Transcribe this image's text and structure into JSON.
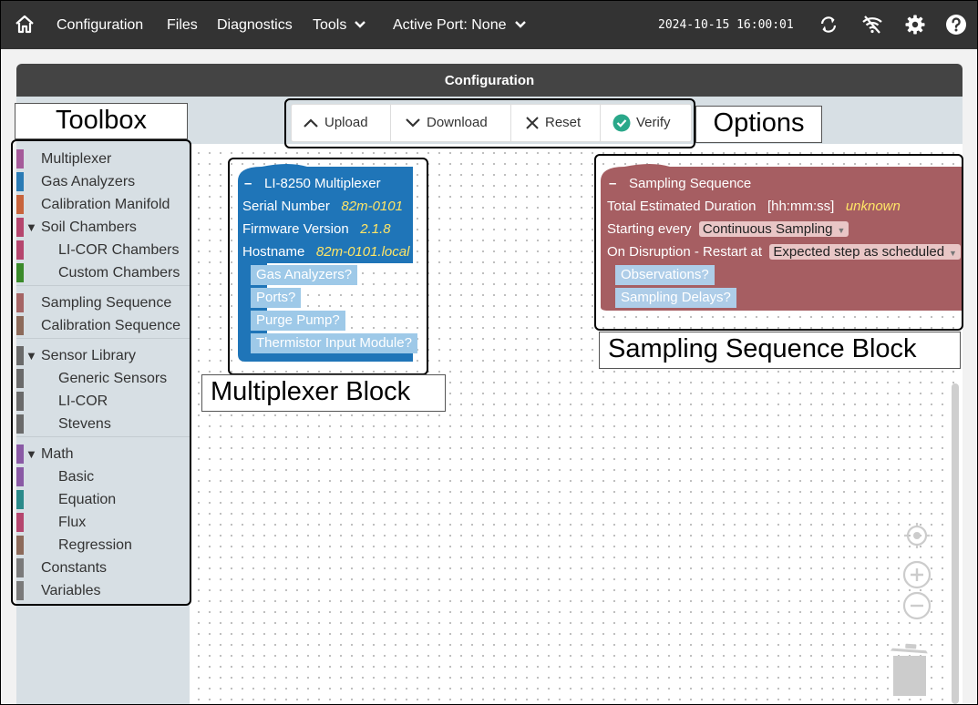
{
  "nav": {
    "items": [
      {
        "label": "Configuration"
      },
      {
        "label": "Files"
      },
      {
        "label": "Diagnostics"
      },
      {
        "label": "Tools"
      },
      {
        "label": "Active Port: None"
      }
    ],
    "datetime": "2024-10-15 16:00:01"
  },
  "panel": {
    "title": "Configuration"
  },
  "toolbox": {
    "title": "Toolbox",
    "items": [
      {
        "label": "Multiplexer",
        "color": "#a55b9a"
      },
      {
        "label": "Gas Analyzers",
        "color": "#2a7bb5"
      },
      {
        "label": "Calibration Manifold",
        "color": "#c8643c"
      },
      {
        "label": "Soil Chambers",
        "color": "#b5466e",
        "expanded": true
      },
      {
        "label": "LI-COR Chambers",
        "color": "#b5466e"
      },
      {
        "label": "Custom Chambers",
        "color": "#3a8a2a"
      },
      {
        "label": "Sampling Sequence",
        "color": "#a56565"
      },
      {
        "label": "Calibration Sequence",
        "color": "#8c6a5a"
      },
      {
        "label": "Sensor Library",
        "color": "#6a6a6a",
        "expanded": true
      },
      {
        "label": "Generic Sensors",
        "color": "#6a6a6a"
      },
      {
        "label": "LI-COR",
        "color": "#6a6a6a"
      },
      {
        "label": "Stevens",
        "color": "#6a6a6a"
      },
      {
        "label": "Math",
        "color": "#8a5aa5",
        "expanded": true
      },
      {
        "label": "Basic",
        "color": "#8a5aa5"
      },
      {
        "label": "Equation",
        "color": "#2a8a8a"
      },
      {
        "label": "Flux",
        "color": "#b5466e"
      },
      {
        "label": "Regression",
        "color": "#8c6a5a"
      },
      {
        "label": "Constants",
        "color": "#7a7a7a"
      },
      {
        "label": "Variables",
        "color": "#7a7a7a"
      }
    ]
  },
  "options": {
    "title": "Options",
    "upload": "Upload",
    "download": "Download",
    "reset": "Reset",
    "verify": "Verify"
  },
  "multiplexer_block": {
    "annotation": "Multiplexer Block",
    "title": "LI-8250 Multiplexer",
    "serial_label": "Serial Number",
    "serial_value": "82m-0101",
    "firmware_label": "Firmware Version",
    "firmware_value": "2.1.8",
    "hostname_label": "Hostname",
    "hostname_value": "82m-0101.local",
    "subs": [
      "Gas Analyzers?",
      "Ports?",
      "Purge Pump?",
      "Thermistor Input Module?"
    ],
    "color": "#1f75b8",
    "sub_color": "#9ec9e8"
  },
  "sequence_block": {
    "annotation": "Sampling Sequence Block",
    "title": "Sampling Sequence",
    "duration_label": "Total Estimated Duration",
    "duration_unit": "[hh:mm:ss]",
    "duration_value": "unknown",
    "start_label": "Starting every",
    "start_value": "Continuous Sampling",
    "disruption_label": "On Disruption - Restart at",
    "disruption_value": "Expected step as scheduled",
    "subs": [
      "Observations?",
      "Sampling Delays?"
    ],
    "color": "#a65e62",
    "sub_color": "#aecde8"
  },
  "colors": {
    "nav_bg": "#333333",
    "panel_header": "#444444",
    "toolbox_bg": "#d7dfe4",
    "verify_check": "#2aa88a"
  }
}
